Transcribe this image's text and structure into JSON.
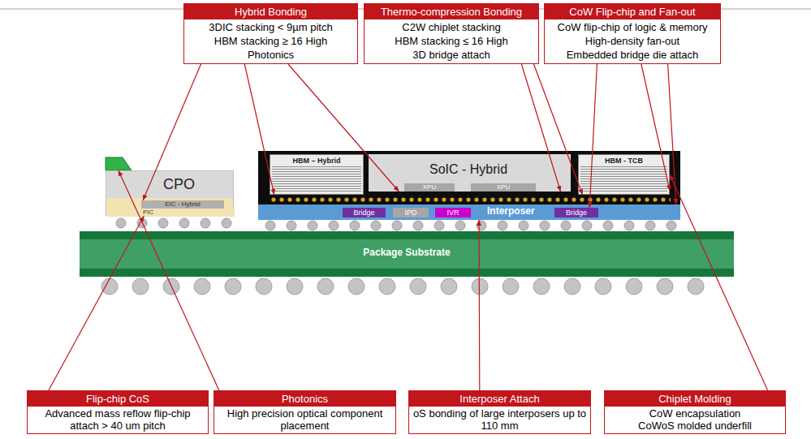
{
  "diagram": {
    "nodes": [
      {
        "text": [
          "Hybrid Bonding",
          "3DIC stacking < 9µm pitch",
          "HBM stacking ≥ 16 High",
          "Photonics"
        ]
      },
      {
        "text": [
          "Thermo-compression Bonding",
          "C2W chiplet stacking",
          "HBM stacking ≤ 16 High",
          "3D bridge attach"
        ]
      },
      {
        "text": [
          "CoW Flip-chip and Fan-out",
          "CoW flip-chip of logic & memory",
          "High-density fan-out",
          "Embedded bridge die attach"
        ]
      },
      {
        "text": [
          "CPO"
        ]
      },
      {
        "text": [
          "EIC - Hybrid"
        ],
        "in": 3
      },
      {
        "text": [
          "PIC"
        ],
        "in": 3
      },
      {
        "text": [
          "Interposer"
        ]
      },
      {
        "text": [
          "HBM – Hybrid"
        ]
      },
      {
        "text": [
          "SoIC - Hybrid"
        ]
      },
      {
        "text": [
          "XPU"
        ],
        "in": 8
      },
      {
        "text": [
          "XPU"
        ],
        "in": 8
      },
      {
        "text": [
          "HBM - TCB"
        ]
      },
      {
        "text": [
          "Bridge"
        ],
        "in": 6
      },
      {
        "text": [
          "IPD"
        ],
        "in": 6
      },
      {
        "text": [
          "IVR"
        ],
        "in": 6
      },
      {
        "text": [
          "Bridge"
        ],
        "in": 6
      },
      {
        "text": [
          "Package Substrate"
        ]
      },
      {
        "text": [
          "Flip-chip CoS",
          "Advanced mass reflow flip-chip attach > 40 um pitch"
        ]
      },
      {
        "text": [
          "Photonics",
          "High precision optical component placement"
        ]
      },
      {
        "text": [
          "Interposer Attach",
          "oS bonding of large interposers up to 110 mm"
        ]
      },
      {
        "text": [
          "Chiplet Molding",
          "CoW encapsulation",
          "CoWoS molded underfill"
        ]
      }
    ],
    "edges": [
      {
        "from": 0,
        "to": 4,
        "arrow": "to"
      },
      {
        "from": 0,
        "to": 7,
        "arrow": "to"
      },
      {
        "from": 0,
        "to": 8,
        "arrow": "to"
      },
      {
        "from": 1,
        "to": 8,
        "arrow": "to"
      },
      {
        "from": 1,
        "to": 11,
        "arrow": "to"
      },
      {
        "from": 2,
        "to": 15,
        "arrow": "to"
      },
      {
        "from": 2,
        "to": 11,
        "arrow": "to"
      },
      {
        "from": 2,
        "to": 6,
        "arrow": "to"
      },
      {
        "from": 17,
        "to": 3,
        "arrow": "to"
      },
      {
        "from": 18,
        "to": 3,
        "arrow": "to"
      },
      {
        "from": 19,
        "to": 6,
        "arrow": "to"
      },
      {
        "from": 20,
        "to": 11,
        "arrow": "to"
      }
    ]
  }
}
